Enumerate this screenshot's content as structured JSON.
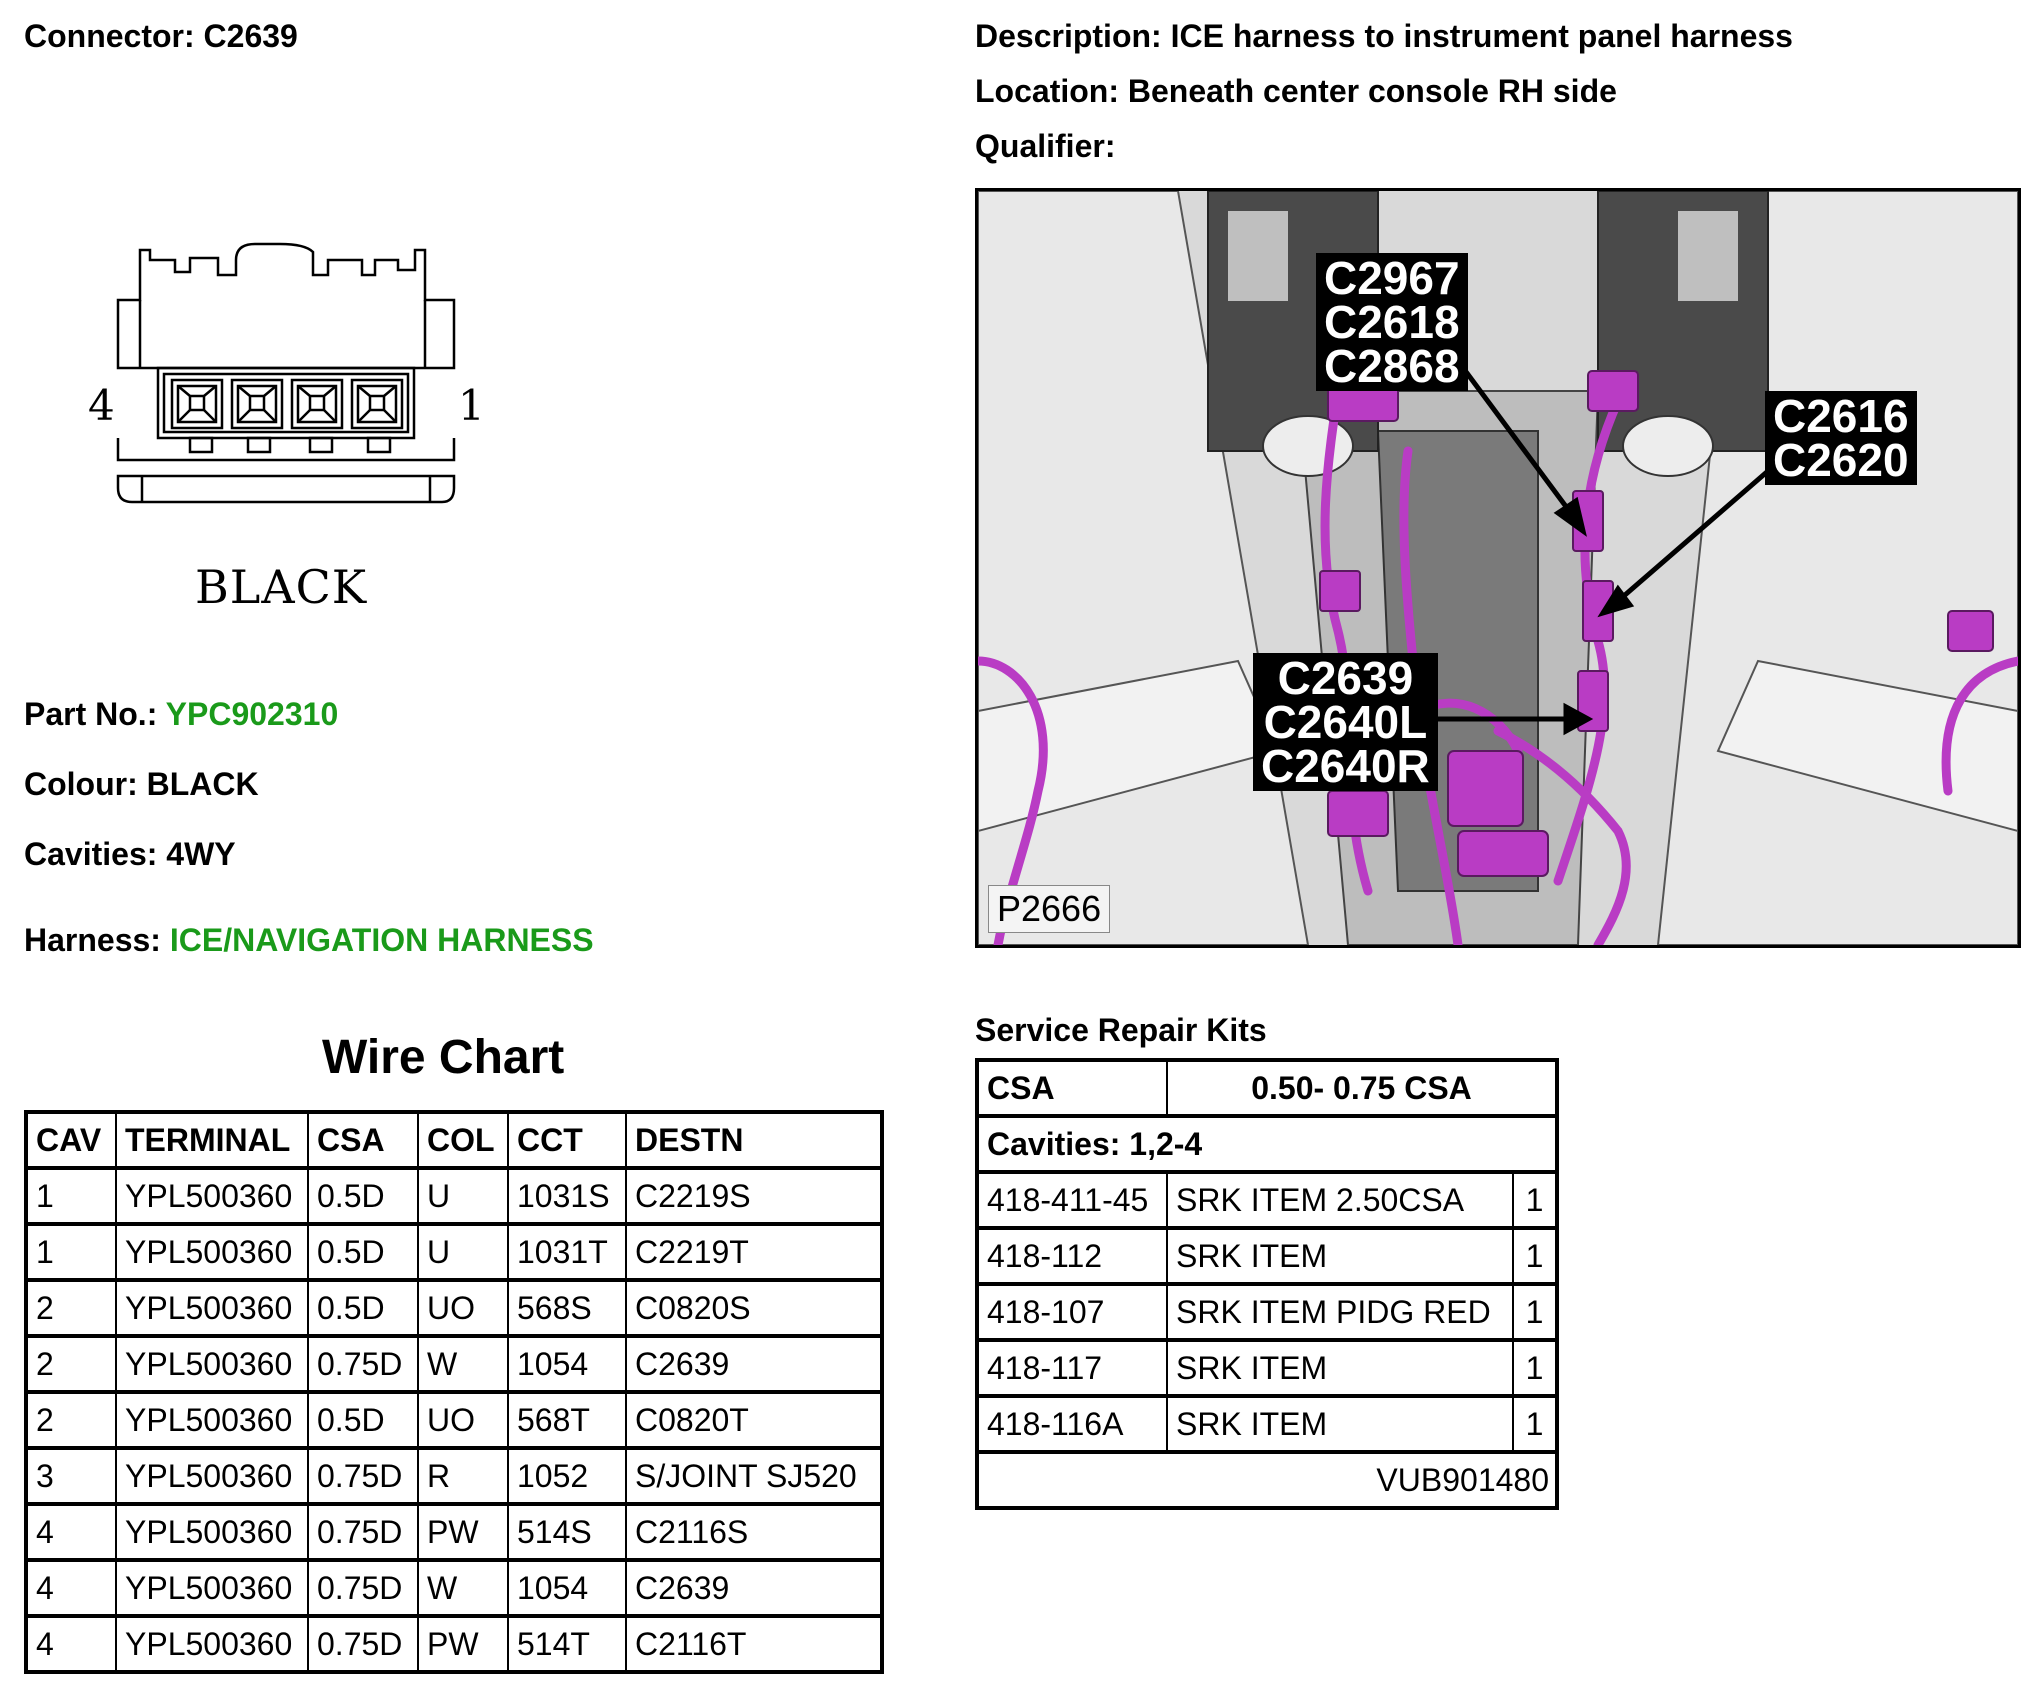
{
  "header": {
    "connector_label": "Connector:",
    "connector_value": "C2639",
    "description_label": "Description:",
    "description_value": "ICE harness to instrument panel harness",
    "location_label": "Location:",
    "location_value": "Beneath center console RH side",
    "qualifier_label": "Qualifier:"
  },
  "connector": {
    "pin_left": "4",
    "pin_right": "1",
    "color_label": "BLACK"
  },
  "details": {
    "part_no_label": "Part No.:",
    "part_no_value": "YPC902310",
    "colour_label": "Colour:",
    "colour_value": "BLACK",
    "cavities_label": "Cavities:",
    "cavities_value": "4WY",
    "harness_label": "Harness:",
    "harness_value": "ICE/NAVIGATION HARNESS"
  },
  "wire_chart": {
    "title": "Wire Chart",
    "headers": [
      "CAV",
      "TERMINAL",
      "CSA",
      "COL",
      "CCT",
      "DESTN"
    ],
    "rows": [
      [
        "1",
        "YPL500360",
        "0.5D",
        "U",
        "1031S",
        "C2219S"
      ],
      [
        "1",
        "YPL500360",
        "0.5D",
        "U",
        "1031T",
        "C2219T"
      ],
      [
        "2",
        "YPL500360",
        "0.5D",
        "UO",
        "568S",
        "C0820S"
      ],
      [
        "2",
        "YPL500360",
        "0.75D",
        "W",
        "1054",
        "C2639"
      ],
      [
        "2",
        "YPL500360",
        "0.5D",
        "UO",
        "568T",
        "C0820T"
      ],
      [
        "3",
        "YPL500360",
        "0.75D",
        "R",
        "1052",
        "S/JOINT SJ520"
      ],
      [
        "4",
        "YPL500360",
        "0.75D",
        "PW",
        "514S",
        "C2116S"
      ],
      [
        "4",
        "YPL500360",
        "0.75D",
        "W",
        "1054",
        "C2639"
      ],
      [
        "4",
        "YPL500360",
        "0.75D",
        "PW",
        "514T",
        "C2116T"
      ]
    ]
  },
  "photo": {
    "callout_1": [
      "C2967",
      "C2618",
      "C2868"
    ],
    "callout_2": [
      "C2616",
      "C2620"
    ],
    "callout_3": [
      "C2639",
      "C2640L",
      "C2640R"
    ],
    "ref": "P2666",
    "harness_color": "#b93cc4"
  },
  "kits": {
    "title": "Service Repair Kits",
    "csa_label": "CSA",
    "csa_value": "0.50- 0.75 CSA",
    "cavities": "Cavities: 1,2-4",
    "items": [
      [
        "418-411-45",
        "SRK ITEM 2.50CSA",
        "1"
      ],
      [
        "418-112",
        "SRK ITEM",
        "1"
      ],
      [
        "418-107",
        "SRK ITEM PIDG RED",
        "1"
      ],
      [
        "418-117",
        "SRK ITEM",
        "1"
      ],
      [
        "418-116A",
        "SRK ITEM",
        "1"
      ]
    ],
    "footer_code": "VUB901480"
  }
}
